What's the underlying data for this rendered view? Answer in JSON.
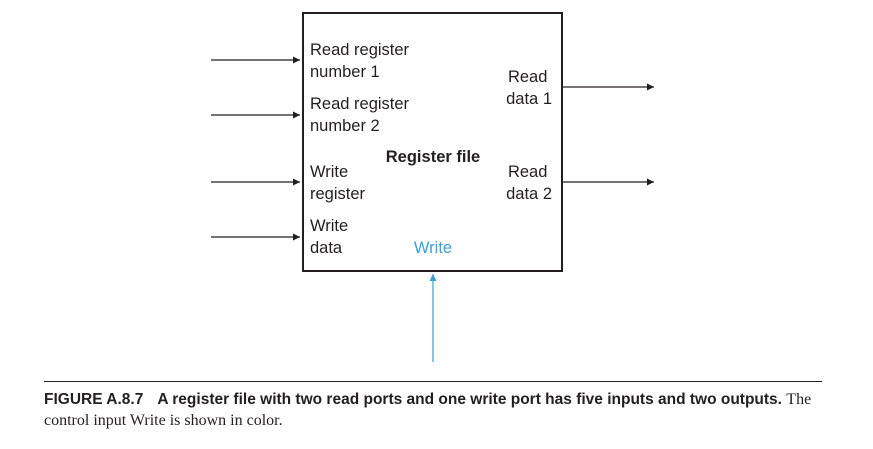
{
  "block": {
    "title": "Register file"
  },
  "inputs": [
    {
      "line1": "Read register",
      "line2": "number 1"
    },
    {
      "line1": "Read register",
      "line2": "number 2"
    },
    {
      "line1": "Write",
      "line2": "register"
    },
    {
      "line1": "Write",
      "line2": "data"
    }
  ],
  "outputs": [
    {
      "line1": "Read",
      "line2": "data 1"
    },
    {
      "line1": "Read",
      "line2": "data 2"
    }
  ],
  "control": {
    "label": "Write",
    "color": "#3aa0d8"
  },
  "caption": {
    "figure_number": "FIGURE A.8.7",
    "bold_text": "A register file with two read ports and one write port has five inputs and two outputs.",
    "normal_text": "The control input Write is shown in color."
  }
}
